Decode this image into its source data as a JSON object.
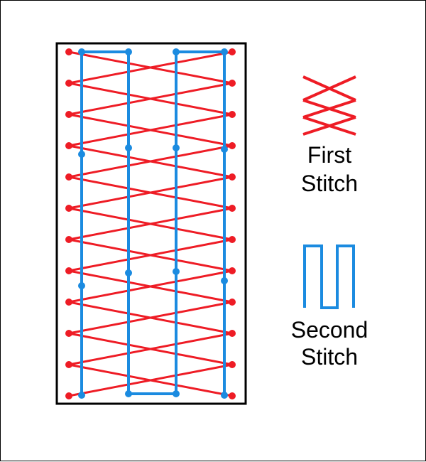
{
  "colors": {
    "first_stitch": "#ee1c25",
    "second_stitch": "#1b8be0",
    "outline": "#000000",
    "background": "#ffffff"
  },
  "legend": {
    "first": {
      "line1": "First",
      "line2": "Stitch",
      "icon": "zigzag-cross-icon"
    },
    "second": {
      "line1": "Second",
      "line2": "Stitch",
      "icon": "square-wave-icon"
    }
  }
}
